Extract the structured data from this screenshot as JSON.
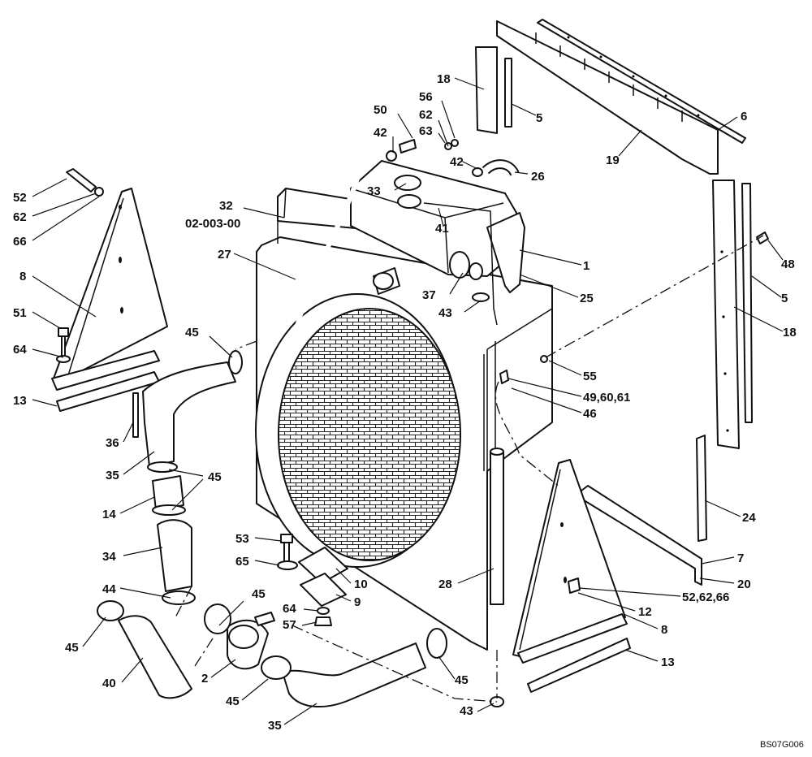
{
  "labels": {
    "l52a": "52",
    "l62a": "62",
    "l66a": "66",
    "l8a": "8",
    "l51": "51",
    "l64a": "64",
    "l13a": "13",
    "l45a": "45",
    "l36": "36",
    "l35a": "35",
    "l45b": "45",
    "l14": "14",
    "l34": "34",
    "l44": "44",
    "l45c": "45",
    "l40": "40",
    "l2": "2",
    "l45d": "45",
    "l45e": "45",
    "l35b": "35",
    "l53": "53",
    "l65": "65",
    "l10": "10",
    "l9": "9",
    "l64b": "64",
    "l57": "57",
    "l45f": "45",
    "l43a": "43",
    "l28": "28",
    "l27": "27",
    "l32": "32",
    "l32sub": "02-003-00",
    "l50": "50",
    "l42a": "42",
    "l56": "56",
    "l62b": "62",
    "l63": "63",
    "l42b": "42",
    "l33": "33",
    "l41": "41",
    "l26": "26",
    "l18a": "18",
    "l5a": "5",
    "l6": "6",
    "l19": "19",
    "l1": "1",
    "l25": "25",
    "l37": "37",
    "l43b": "43",
    "l48": "48",
    "l5b": "5",
    "l18b": "18",
    "l55": "55",
    "l49": "49,60,61",
    "l46": "46",
    "l24": "24",
    "l7": "7",
    "l20": "20",
    "l52b": "52,62,66",
    "l12": "12",
    "l8b": "8",
    "l13b": "13"
  },
  "reference_code": "BS07G006"
}
